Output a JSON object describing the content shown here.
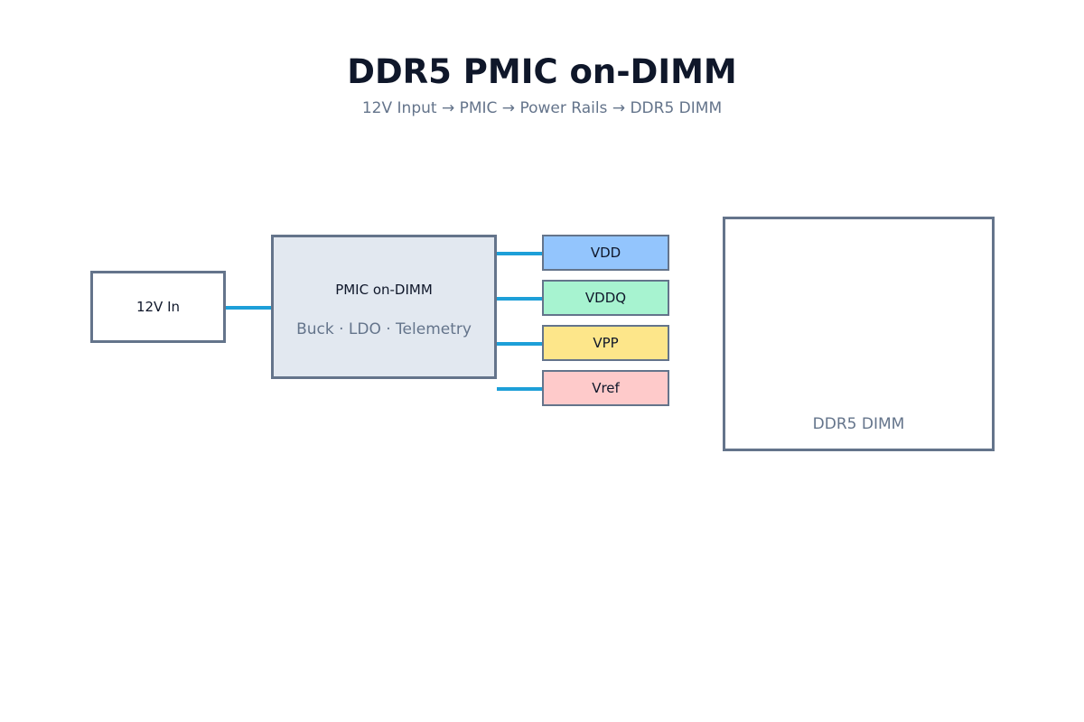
{
  "header": {
    "title": "DDR5 PMIC on-DIMM",
    "subtitle": "12V Input → PMIC → Power Rails → DDR5 DIMM"
  },
  "input": {
    "label": "12V In"
  },
  "pmic": {
    "name": "PMIC on-DIMM",
    "functions": "Buck · LDO · Telemetry"
  },
  "rails": [
    {
      "label": "VDD",
      "color": "#93c5fd"
    },
    {
      "label": "VDDQ",
      "color": "#a7f3d0"
    },
    {
      "label": "VPP",
      "color": "#fde68a"
    },
    {
      "label": "Vref",
      "color": "#fecaca"
    }
  ],
  "dimm": {
    "label": "DDR5 DIMM"
  },
  "colors": {
    "wire": "#1d9fd8",
    "border": "#64748b",
    "pmic_fill": "#e2e8f0"
  }
}
